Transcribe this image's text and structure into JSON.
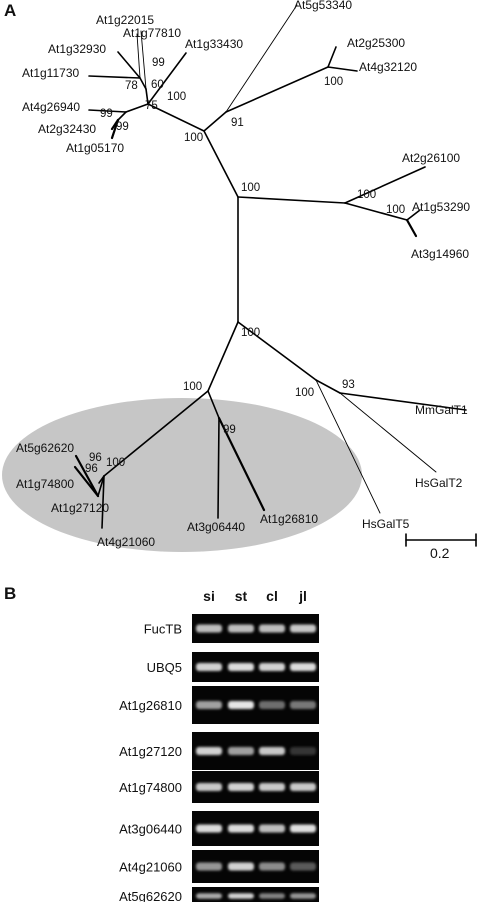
{
  "panel_a": {
    "label": "A",
    "leaves": [
      "At5g53340",
      "At2g25300",
      "At4g32120",
      "At1g22015",
      "At1g77810",
      "At1g32930",
      "At1g33430",
      "At1g11730",
      "At4g26940",
      "At2g32430",
      "At1g05170",
      "At2g26100",
      "At1g53290",
      "At3g14960",
      "At5g62620",
      "At1g74800",
      "At1g27120",
      "At4g21060",
      "At3g06440",
      "At1g26810",
      "MmGalT1",
      "HsGalT2",
      "HsGalT5"
    ],
    "bootstrap": [
      "100",
      "91",
      "99",
      "60",
      "78",
      "75",
      "100",
      "99",
      "99",
      "100",
      "100",
      "100",
      "100",
      "100",
      "100",
      "93",
      "100",
      "99",
      "96",
      "96",
      "100"
    ],
    "scale_bar": "0.2"
  },
  "panel_b": {
    "label": "B",
    "lanes": [
      "si",
      "st",
      "cl",
      "jl"
    ],
    "genes": [
      "FucTB",
      "UBQ5",
      "At1g26810",
      "At1g27120",
      "At1g74800",
      "At3g06440",
      "At4g21060",
      "At5g62620"
    ],
    "band_intensity": [
      [
        0.75,
        0.75,
        0.75,
        0.8
      ],
      [
        0.85,
        0.9,
        0.85,
        0.9
      ],
      [
        0.6,
        0.95,
        0.35,
        0.4
      ],
      [
        0.85,
        0.6,
        0.8,
        0.06
      ],
      [
        0.8,
        0.85,
        0.8,
        0.8
      ],
      [
        0.9,
        0.9,
        0.75,
        0.92
      ],
      [
        0.55,
        0.85,
        0.5,
        0.25
      ],
      [
        0.65,
        0.85,
        0.45,
        0.55
      ]
    ]
  }
}
